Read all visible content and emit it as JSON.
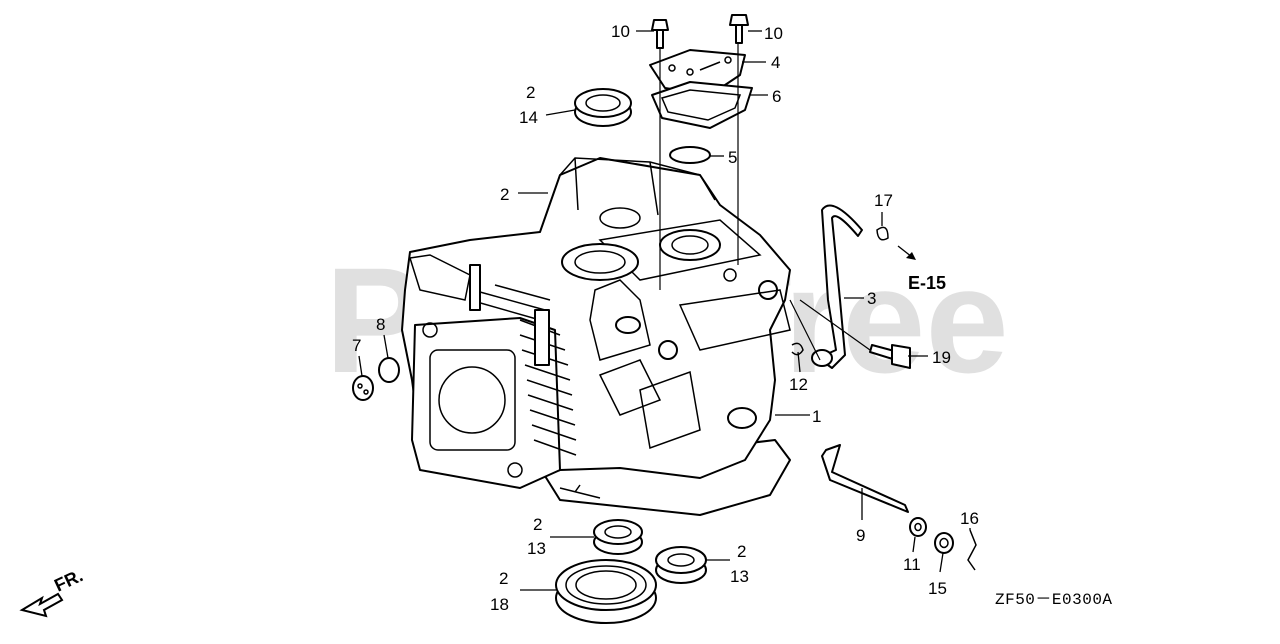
{
  "watermark": "PartsTree",
  "section_ref": "E-15",
  "direction_label": "FR.",
  "diagram_code": "ZF50－E0300A",
  "callouts": {
    "c10a": "10",
    "c10b": "10",
    "c4": "4",
    "c6": "6",
    "c5": "5",
    "c2_14_qty": "2",
    "c14": "14",
    "c2_head": "2",
    "c17": "17",
    "c3": "3",
    "c19": "19",
    "c12": "12",
    "c1": "1",
    "c8": "8",
    "c7": "7",
    "c9": "9",
    "c11": "11",
    "c15": "15",
    "c16": "16",
    "c2_13a_qty": "2",
    "c13a": "13",
    "c2_13b_qty": "2",
    "c13b": "13",
    "c2_18_qty": "2",
    "c18": "18"
  }
}
